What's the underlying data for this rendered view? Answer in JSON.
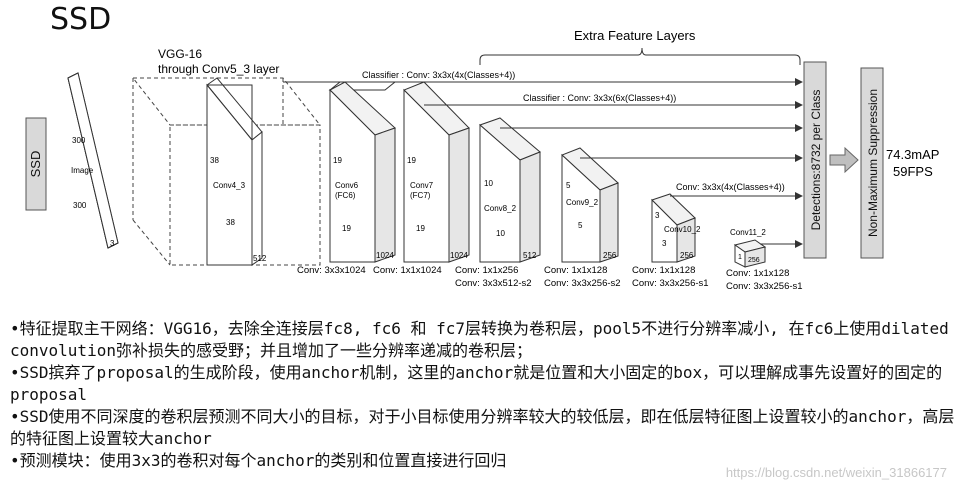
{
  "title": "SSD",
  "diagram": {
    "input_box": "SSD",
    "image": {
      "dim_top": "300",
      "label": "Image",
      "dim_left": "300",
      "depth": "3"
    },
    "vgg": {
      "title_line1": "VGG-16",
      "title_line2": "through Conv5_3 layer"
    },
    "conv4": {
      "dim_top": "38",
      "label": "Conv4_3",
      "dim_left": "38",
      "depth": "512"
    },
    "conv6": {
      "dim_top": "19",
      "label_line1": "Conv6",
      "label_line2": "(FC6)",
      "dim_left": "19",
      "depth": "1024"
    },
    "conv7": {
      "dim_top": "19",
      "label_line1": "Conv7",
      "label_line2": "(FC7)",
      "dim_left": "19",
      "depth": "1024"
    },
    "conv8": {
      "dim_top": "10",
      "label": "Conv8_2",
      "dim_left": "10",
      "depth": "512"
    },
    "conv9": {
      "dim_top": "5",
      "label": "Conv9_2",
      "dim_left": "5",
      "depth": "256"
    },
    "conv10": {
      "dim_top": "3",
      "label": "Conv10_2",
      "dim_left": "3",
      "depth": "256"
    },
    "conv11": {
      "label": "Conv11_2",
      "dim_left": "1",
      "depth": "256"
    },
    "extra_layers": "Extra Feature Layers",
    "classifier1": "Classifier : Conv: 3x3x(4x(Classes+4))",
    "classifier2": "Classifier : Conv: 3x3x(6x(Classes+4))",
    "classifier3": "Conv: 3x3x(4x(Classes+4))",
    "conv_labels": {
      "c6": "Conv: 3x3x1024",
      "c7": "Conv: 1x1x1024",
      "c8_line1": "Conv: 1x1x256",
      "c8_line2": "Conv: 3x3x512-s2",
      "c9_line1": "Conv: 1x1x128",
      "c9_line2": "Conv: 3x3x256-s2",
      "c10_line1": "Conv: 1x1x128",
      "c10_line2": "Conv: 3x3x256-s1",
      "c11_line1": "Conv: 1x1x128",
      "c11_line2": "Conv: 3x3x256-s1"
    },
    "detections": "Detections:8732 per Class",
    "nms": "Non-Maximum Suppression",
    "map": "74.3mAP",
    "fps": "59FPS"
  },
  "bullets": [
    "•特征提取主干网络：VGG16，去除全连接层fc8, fc6 和 fc7层转换为卷积层，pool5不进行分辨率减小, 在fc6上使用dilated convolution弥补损失的感受野；并且增加了一些分辨率递减的卷积层；",
    "•SSD摈弃了proposal的生成阶段，使用anchor机制，这里的anchor就是位置和大小固定的box，可以理解成事先设置好的固定的proposal",
    "•SSD使用不同深度的卷积层预测不同大小的目标，对于小目标使用分辨率较大的较低层，即在低层特征图上设置较小的anchor，高层的特征图上设置较大anchor",
    "•预测模块：使用3x3的卷积对每个anchor的类别和位置直接进行回归"
  ],
  "watermark": "https://blog.csdn.net/weixin_31866177"
}
